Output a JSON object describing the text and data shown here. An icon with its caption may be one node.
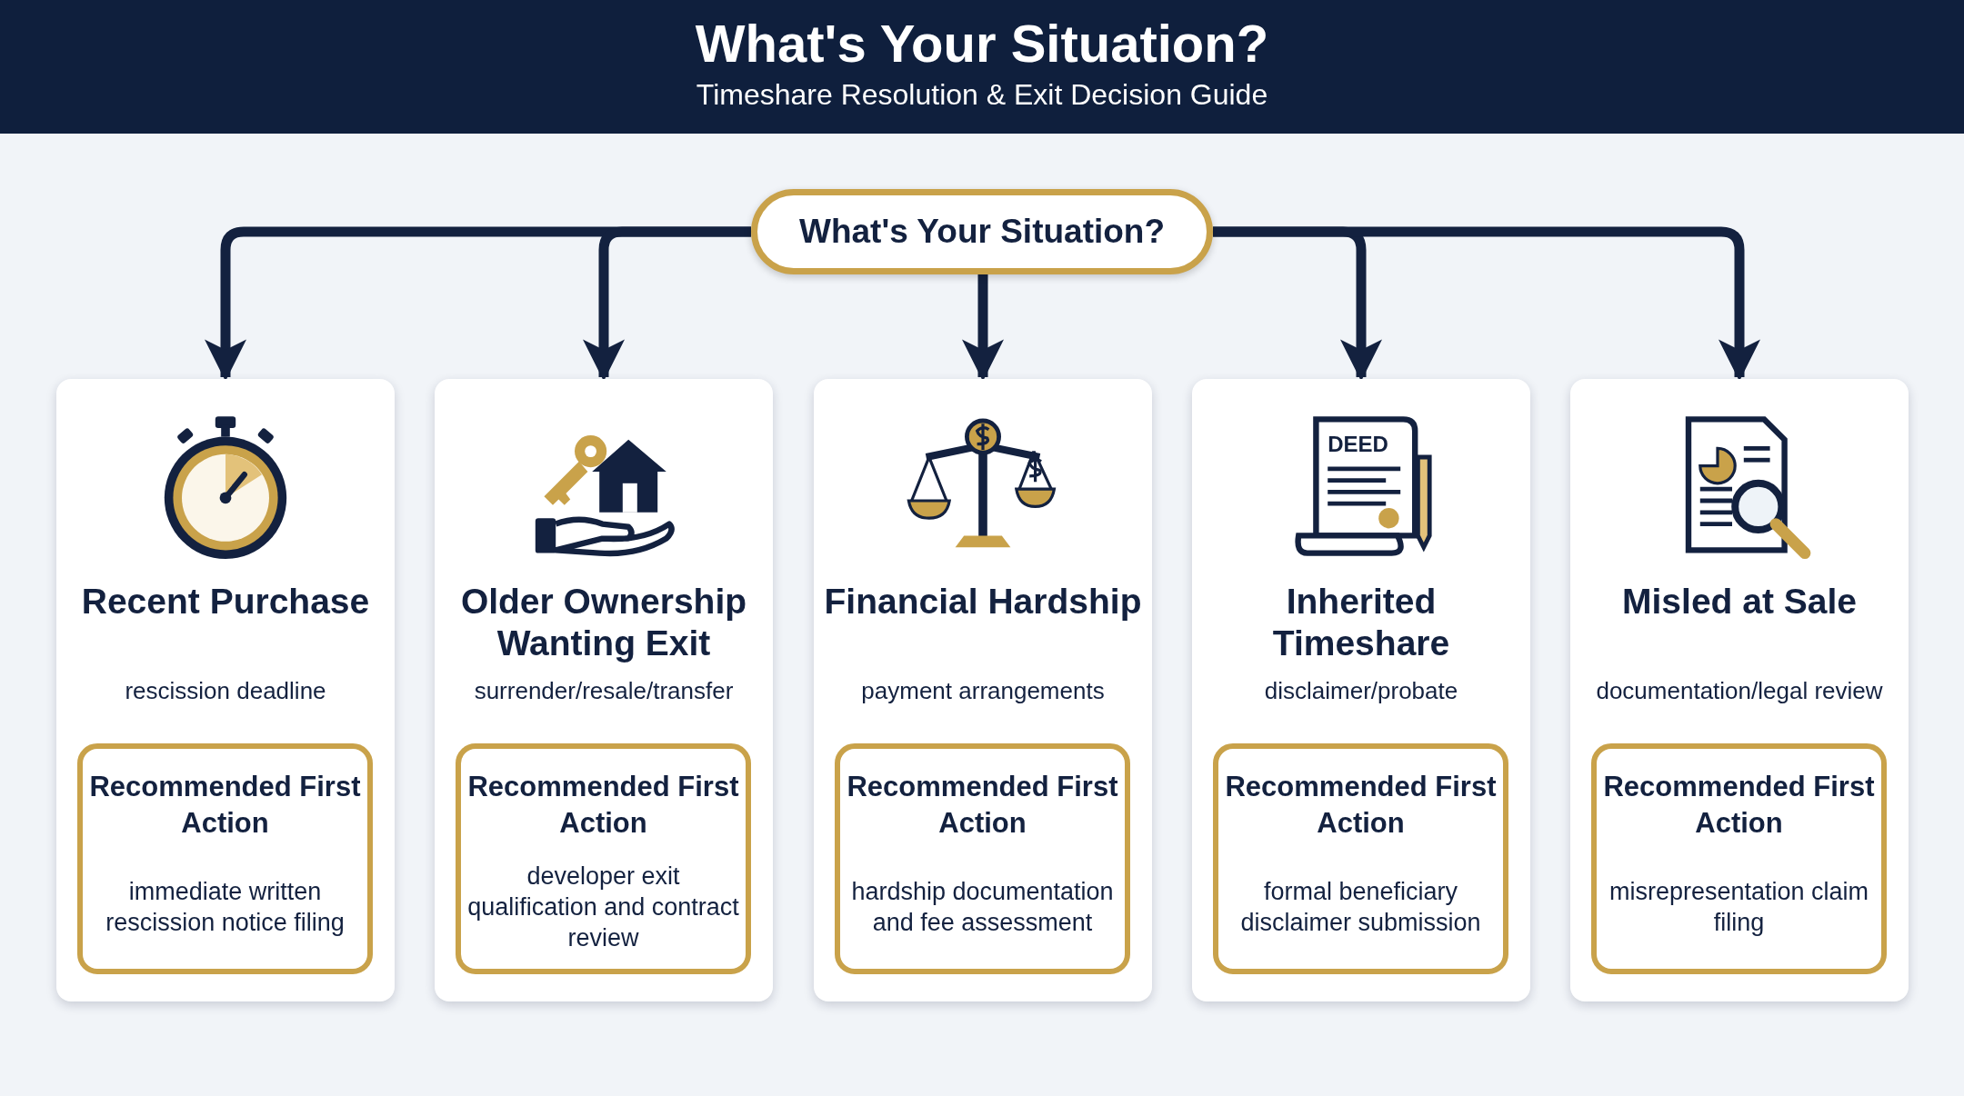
{
  "diagram": {
    "title": "What's Your Situation?",
    "caption": "Timeshare Resolution & Exit Decision Guide",
    "nodes": [
      {
        "text": [
          "What's Your Situation?"
        ]
      },
      {
        "text": [
          "Recent Purchase",
          "rescission deadline"
        ]
      },
      {
        "text": [
          "Recommended First Action",
          "immediate written rescission notice filing"
        ],
        "in": 1
      },
      {
        "text": [
          "Older Ownership Wanting Exit",
          "surrender/resale/transfer"
        ]
      },
      {
        "text": [
          "Recommended First Action",
          "developer exit qualification and contract review"
        ],
        "in": 3
      },
      {
        "text": [
          "Financial Hardship",
          "payment arrangements"
        ]
      },
      {
        "text": [
          "Recommended First Action",
          "hardship documentation and fee assessment"
        ],
        "in": 5
      },
      {
        "text": [
          "Inherited Timeshare",
          "disclaimer/probate"
        ]
      },
      {
        "text": [
          "Recommended First Action",
          "formal beneficiary disclaimer submission"
        ],
        "in": 7
      },
      {
        "text": [
          "Misled at Sale",
          "documentation/legal review"
        ]
      },
      {
        "text": [
          "Recommended First Action",
          "misrepresentation claim filing"
        ],
        "in": 9
      }
    ],
    "edges": [
      {
        "from": 0,
        "to": 1,
        "arrow": "to"
      },
      {
        "from": 0,
        "to": 3,
        "arrow": "to"
      },
      {
        "from": 0,
        "to": 5,
        "arrow": "to"
      },
      {
        "from": 0,
        "to": 7,
        "arrow": "to"
      },
      {
        "from": 0,
        "to": 9,
        "arrow": "to"
      }
    ],
    "labels": [
      "DEED"
    ]
  }
}
